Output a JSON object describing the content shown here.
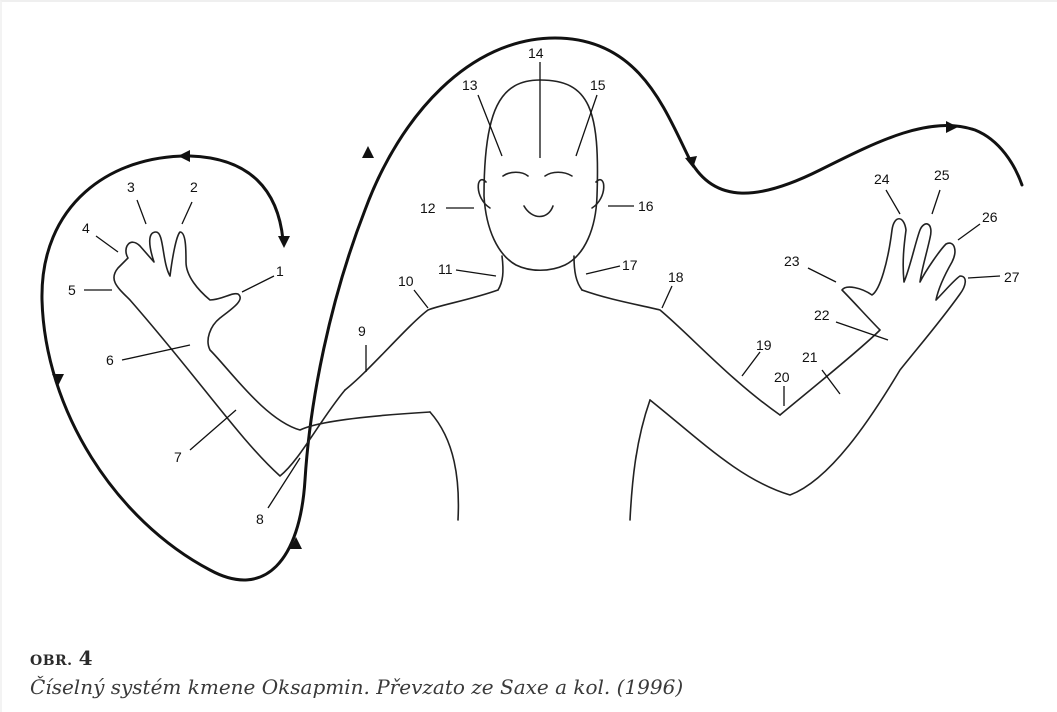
{
  "figure": {
    "label_word": "OBR.",
    "label_number": "4",
    "caption": "Číselný systém kmene Oksapmin. Převzato ze Saxe a kol. (1996)",
    "body_point_numbers": [
      "1",
      "2",
      "3",
      "4",
      "5",
      "6",
      "7",
      "8",
      "9",
      "10",
      "11",
      "12",
      "13",
      "14",
      "15",
      "16",
      "17",
      "18",
      "19",
      "20",
      "21",
      "22",
      "23",
      "24",
      "25",
      "26",
      "27"
    ]
  }
}
